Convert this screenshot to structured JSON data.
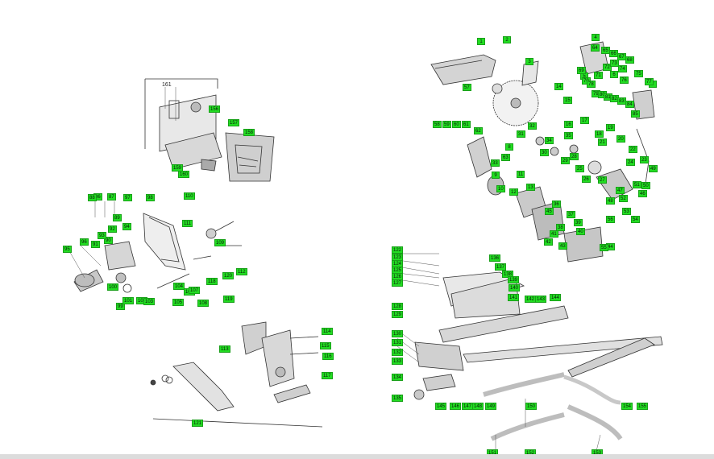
{
  "diagram": {
    "labels": [
      "1",
      "2",
      "3",
      "4",
      "5",
      "6",
      "7",
      "8",
      "9",
      "10",
      "11",
      "12",
      "13",
      "14",
      "15",
      "16",
      "17",
      "18",
      "19",
      "20",
      "21",
      "22",
      "23",
      "24",
      "25",
      "26",
      "27",
      "28",
      "29",
      "30",
      "31",
      "32",
      "33",
      "34",
      "35",
      "36",
      "37",
      "38",
      "39",
      "40",
      "41",
      "42",
      "43",
      "44",
      "45",
      "46",
      "47",
      "48",
      "49",
      "50",
      "51",
      "52",
      "53",
      "54",
      "55",
      "56",
      "57",
      "58",
      "59",
      "60",
      "61",
      "62",
      "63",
      "64",
      "65",
      "66",
      "67",
      "68",
      "69",
      "70",
      "71",
      "72",
      "73",
      "74",
      "75",
      "76",
      "77",
      "78",
      "79",
      "80",
      "81",
      "82",
      "83",
      "84",
      "85",
      "86",
      "87",
      "88",
      "89",
      "90",
      "91",
      "92",
      "93",
      "94",
      "95",
      "96",
      "97",
      "98",
      "99",
      "100",
      "101",
      "102",
      "103",
      "104",
      "105",
      "106",
      "107",
      "108",
      "109",
      "110",
      "111",
      "112",
      "113",
      "114",
      "115",
      "116",
      "117",
      "118",
      "119",
      "120",
      "121",
      "122",
      "123",
      "124",
      "125",
      "126",
      "127",
      "128",
      "129",
      "130",
      "131",
      "132",
      "133",
      "134",
      "135",
      "136",
      "137",
      "138",
      "139",
      "140",
      "141",
      "142",
      "143",
      "144",
      "145",
      "146",
      "147",
      "148",
      "149",
      "150",
      "151",
      "152",
      "153",
      "154",
      "155",
      "156",
      "157",
      "158",
      "159",
      "160",
      "161"
    ],
    "plain_label": "161"
  }
}
